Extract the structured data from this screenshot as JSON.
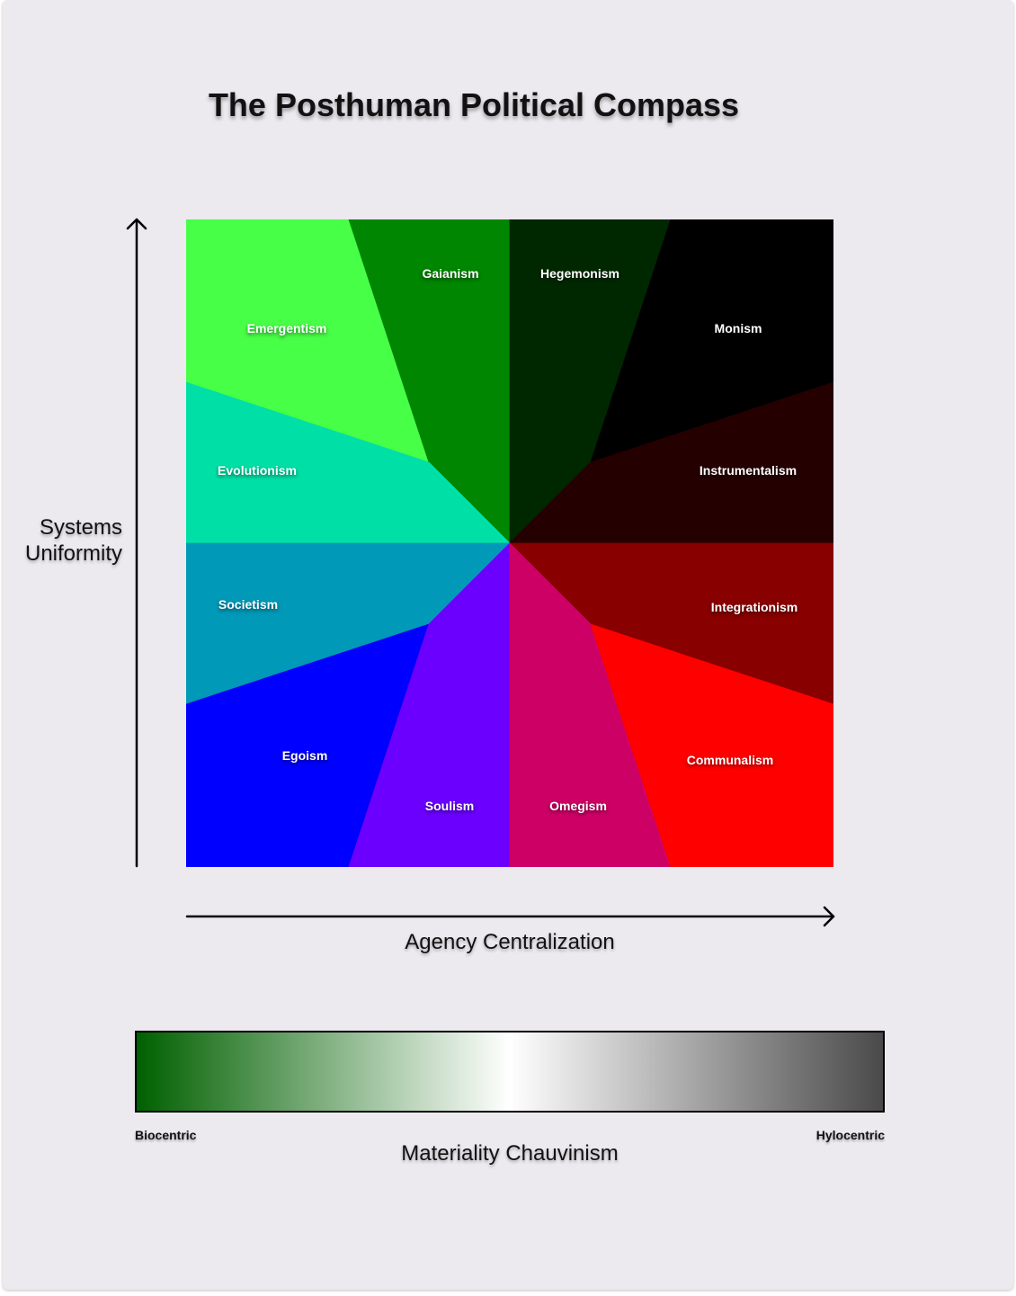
{
  "title": "The Posthuman Political Compass",
  "axes": {
    "y_label": "Systems Uniformity",
    "x_label": "Agency Centralization"
  },
  "regions": [
    {
      "name": "Emergentism",
      "color": "#47ff47"
    },
    {
      "name": "Gaianism",
      "color": "#008600"
    },
    {
      "name": "Hegemonism",
      "color": "#002800"
    },
    {
      "name": "Monism",
      "color": "#000000"
    },
    {
      "name": "Evolutionism",
      "color": "#00e0a6"
    },
    {
      "name": "Instrumentalism",
      "color": "#250000"
    },
    {
      "name": "Societism",
      "color": "#0099b8"
    },
    {
      "name": "Integrationism",
      "color": "#880000"
    },
    {
      "name": "Egoism",
      "color": "#0000ff"
    },
    {
      "name": "Soulism",
      "color": "#6b00ff"
    },
    {
      "name": "Omegism",
      "color": "#cd0065"
    },
    {
      "name": "Communalism",
      "color": "#ff0000"
    }
  ],
  "materiality": {
    "title": "Materiality Chauvinism",
    "left": "Biocentric",
    "right": "Hylocentric",
    "gradient_colors": [
      "#006000",
      "#ffffff",
      "#4a4a4a"
    ]
  }
}
